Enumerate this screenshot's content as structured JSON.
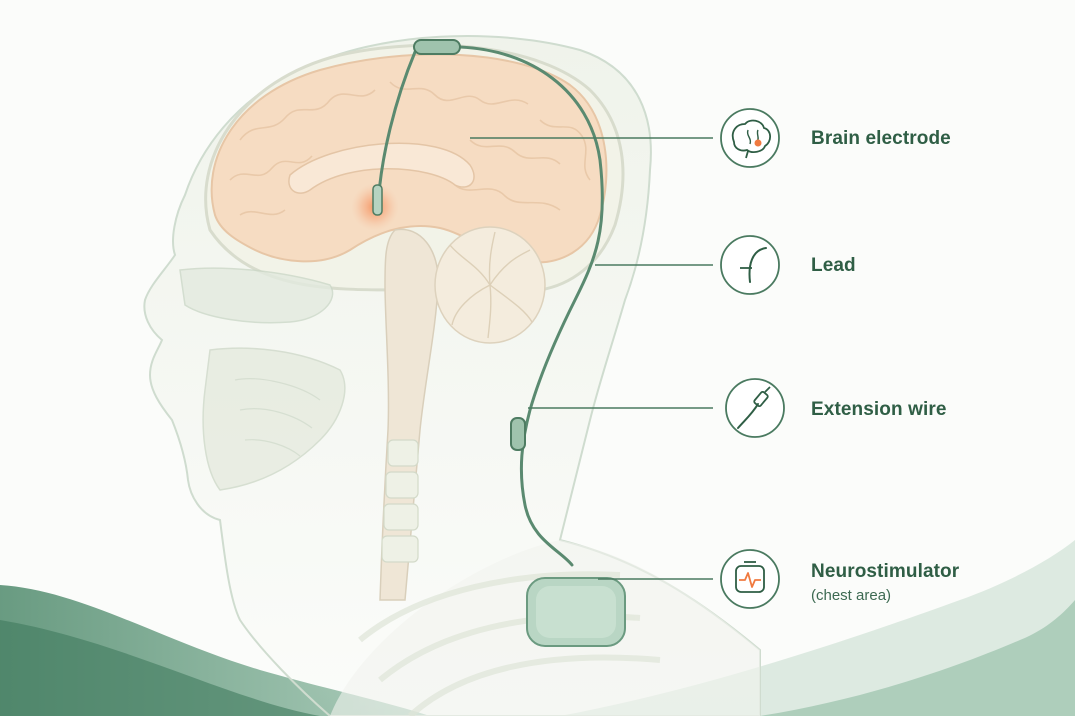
{
  "labels": {
    "brain_electrode": {
      "title": "Brain electrode",
      "icon": "brain-icon"
    },
    "lead": {
      "title": "Lead",
      "icon": "lead-wire-icon"
    },
    "extension_wire": {
      "title": "Extension wire",
      "icon": "connector-plug-icon"
    },
    "neurostimulator": {
      "title": "Neurostimulator",
      "subtitle": "(chest area)",
      "icon": "pulse-device-icon"
    }
  },
  "colors": {
    "label_text": "#2f5e45",
    "leader_line": "#4a7a60",
    "lead_wire": "#5a8a70",
    "brain": "#f6dcc2",
    "stimulation_glow": "#f39a6b",
    "device": "#b9d6c4",
    "background_wave": "#5f9479"
  }
}
